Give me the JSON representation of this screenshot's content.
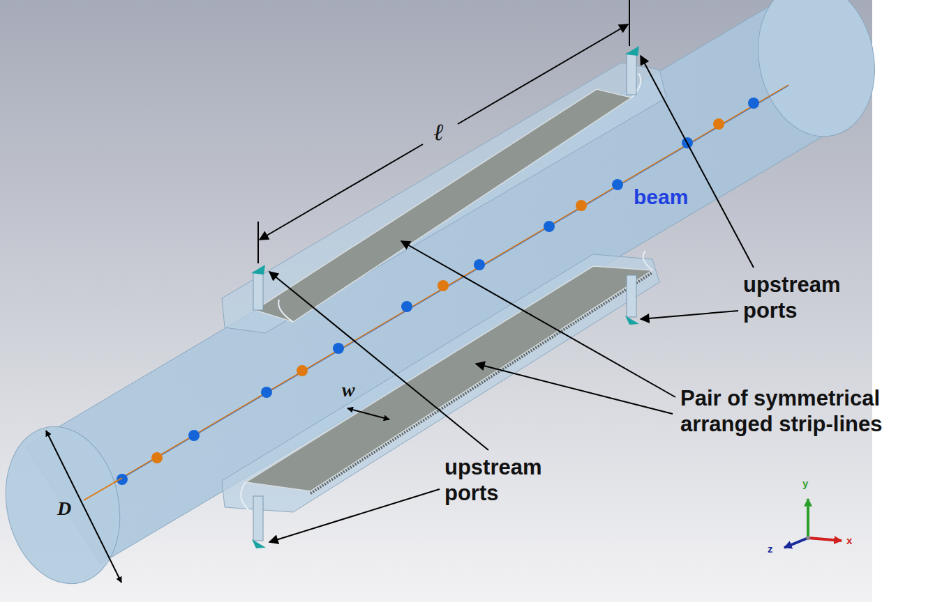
{
  "diagram": {
    "labels": [
      "ℓ",
      "w",
      "D",
      "beam",
      "upstream ports",
      "upstream ports",
      "Pair of symmetrical arranged strip-lines",
      "y",
      "z",
      "x"
    ]
  }
}
